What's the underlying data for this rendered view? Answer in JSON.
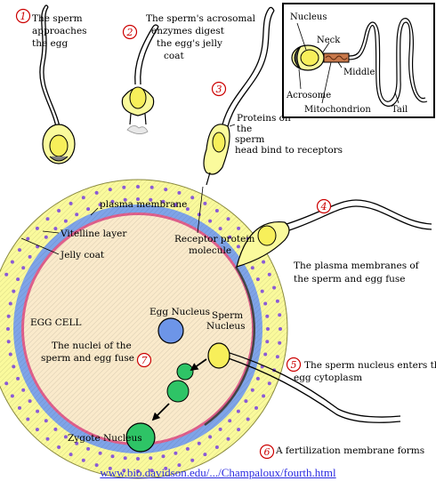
{
  "colors": {
    "jelly_coat": "#fafa9c",
    "vitelline": "#7fa4e8",
    "membrane": "#e0608c",
    "cytoplasm": "#faeacb",
    "egg_nucleus": "#6d95e8",
    "sperm_head": "#f7ef5a",
    "zygote": "#2ec466",
    "dots": "#8a5ad6",
    "step_circle": "#cc0000"
  },
  "steps": [
    {
      "number": "1",
      "text": [
        "The sperm",
        "approaches",
        "the egg"
      ]
    },
    {
      "number": "2",
      "text": [
        "The sperm's acrosomal",
        "enzymes digest",
        "the egg's jelly",
        "coat"
      ]
    },
    {
      "number": "3",
      "text": [
        "Proteins on",
        "the",
        "sperm",
        "head bind to receptors"
      ]
    },
    {
      "number": "4",
      "text": [
        "The plasma membranes of",
        "the sperm and egg fuse"
      ]
    },
    {
      "number": "5",
      "text": [
        "The sperm nucleus enters the",
        "egg cytoplasm"
      ]
    },
    {
      "number": "6",
      "text": [
        "A fertilization membrane forms"
      ]
    },
    {
      "number": "7",
      "text": [
        "The nuclei of the",
        "sperm and egg fuse"
      ]
    }
  ],
  "labels": {
    "plasma_membrane": "plasma membrane",
    "vitelline_layer": "Vitelline layer",
    "jelly_coat": "Jelly coat",
    "receptor": [
      "Receptor protein",
      "molecule"
    ],
    "egg_cell": "EGG CELL",
    "egg_nucleus": "Egg Nucleus",
    "sperm_nucleus": [
      "Sperm",
      "Nucleus"
    ],
    "zygote_nucleus": "Zygote Nucleus"
  },
  "inset": {
    "nucleus": "Nucleus",
    "neck": "Neck",
    "middle": "Middle",
    "acrosome": "Acrosome",
    "mitochondrion": "Mitochondrion",
    "tail": "Tail"
  },
  "source_link": "www.bio.davidson.edu/.../Champaloux/fourth.html"
}
